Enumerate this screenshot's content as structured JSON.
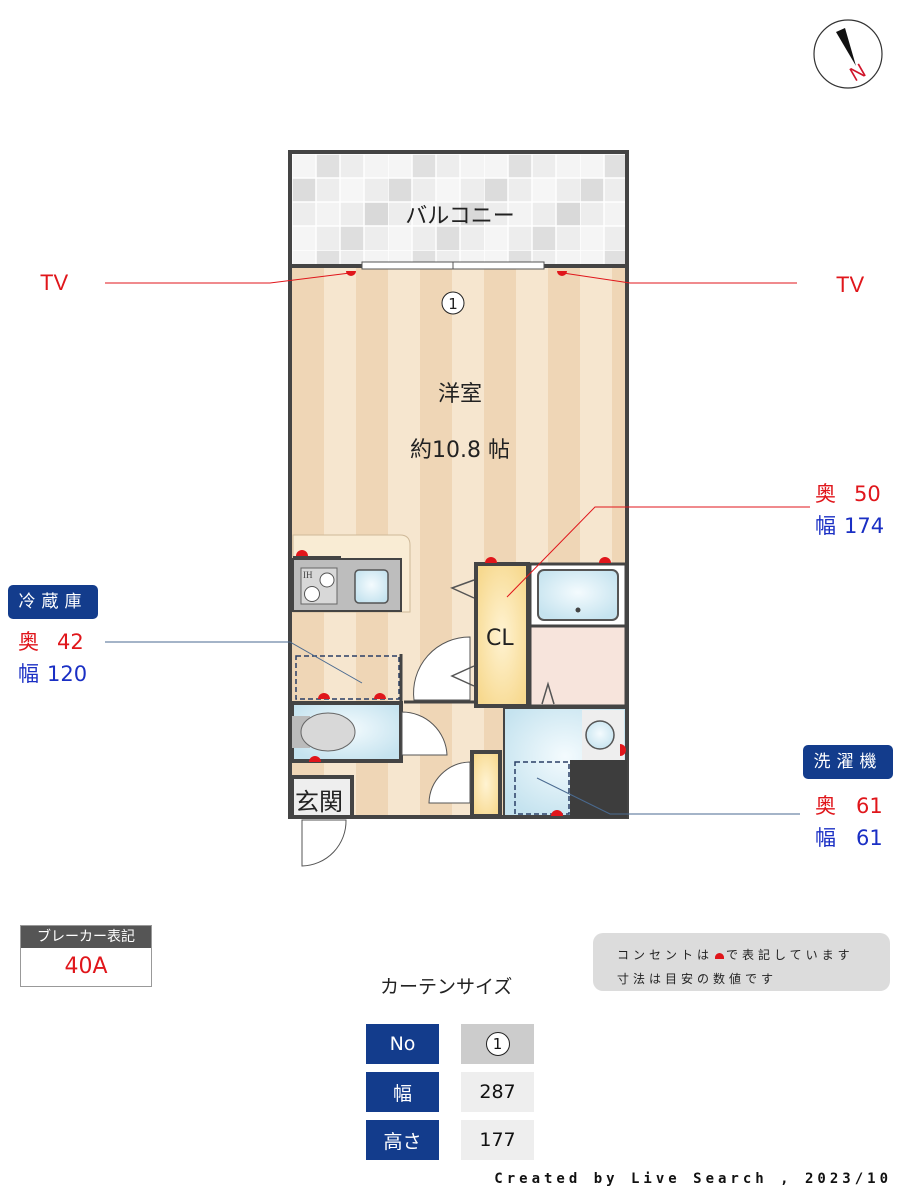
{
  "compass": {
    "label": "N",
    "icon": "compass-north-icon"
  },
  "floor_plan": {
    "balcony": {
      "label": "バルコニー"
    },
    "western_room": {
      "label": "洋室",
      "size": "約10.8 帖",
      "curtain_marker": "1"
    },
    "closet": {
      "label": "CL"
    },
    "entrance": {
      "label": "玄関"
    },
    "kitchen": {
      "stove_label": "IH"
    },
    "tv_left": "TV",
    "tv_right": "TV"
  },
  "callouts": {
    "room_depth_width": {
      "depth_key": "奥",
      "depth": "50",
      "width_key": "幅",
      "width": "174"
    },
    "refrigerator": {
      "title": "冷蔵庫",
      "depth_key": "奥",
      "depth": "42",
      "width_key": "幅",
      "width": "120"
    },
    "washing_machine": {
      "title": "洗濯機",
      "depth_key": "奥",
      "depth": "61",
      "width_key": "幅",
      "width": "61"
    }
  },
  "breaker": {
    "title": "ブレーカー表記",
    "value": "40A"
  },
  "note": {
    "line1_pre": "コンセントは",
    "line1_post": "で表記しています",
    "line2": "寸法は目安の数値です"
  },
  "curtain_size": {
    "title": "カーテンサイズ",
    "rows": [
      {
        "key": "No",
        "value": "1"
      },
      {
        "key": "幅",
        "value": "287"
      },
      {
        "key": "高さ",
        "value": "177"
      }
    ]
  },
  "footer": "Created by Live Search , 2023/10",
  "colors": {
    "navy": "#133c8c",
    "red": "#e0161b",
    "blue": "#1a2fc4",
    "wall": "#444444"
  }
}
